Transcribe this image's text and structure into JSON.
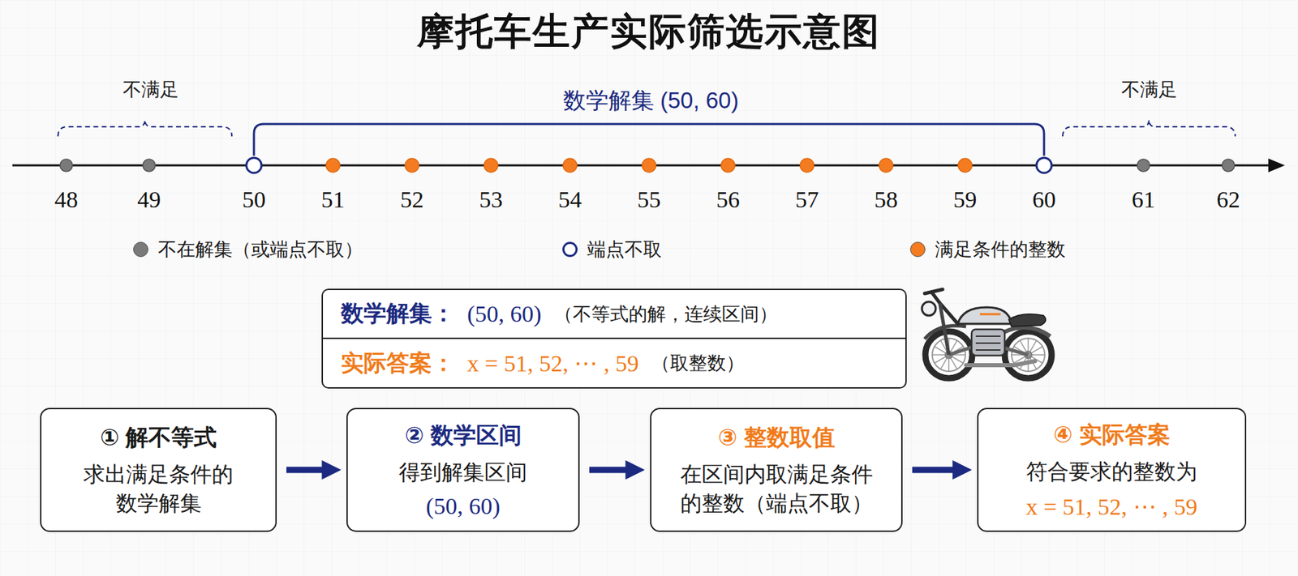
{
  "diagram": {
    "title": "摩托车生产实际筛选示意图",
    "nodes": [
      {
        "text": [
          "数学解集：",
          "(50, 60)",
          "（不等式的解，连续区间）"
        ]
      },
      {
        "text": [
          "实际答案：",
          "x = 51, 52, ⋯ , 59",
          "（取整数）"
        ]
      },
      {
        "text": [
          "① 解不等式",
          "求出满足条件的 数学解集"
        ]
      },
      {
        "text": [
          "② 数学区间",
          "得到解集区间",
          "(50, 60)"
        ]
      },
      {
        "text": [
          "③ 整数取值",
          "在区间内取满足条件 的整数（端点不取）"
        ]
      },
      {
        "text": [
          "④ 实际答案",
          "符合要求的整数为",
          "x = 51, 52, ⋯ , 59"
        ]
      }
    ],
    "edges": [
      {
        "from": 2,
        "to": 3,
        "arrow": "to"
      },
      {
        "from": 3,
        "to": 4,
        "arrow": "to"
      },
      {
        "from": 4,
        "to": 5,
        "arrow": "to"
      }
    ],
    "labels": [
      "不满足",
      "数学解集 (50, 60)",
      "不满足",
      "48",
      "49",
      "50",
      "51",
      "52",
      "53",
      "54",
      "55",
      "56",
      "57",
      "58",
      "59",
      "60",
      "61",
      "62"
    ],
    "legend": [
      {
        "text": "不在解集（或端点不取）",
        "color": "#7a7a7a"
      },
      {
        "text": "端点不取"
      },
      {
        "text": "满足条件的整数",
        "color": "#f47b20"
      }
    ]
  }
}
